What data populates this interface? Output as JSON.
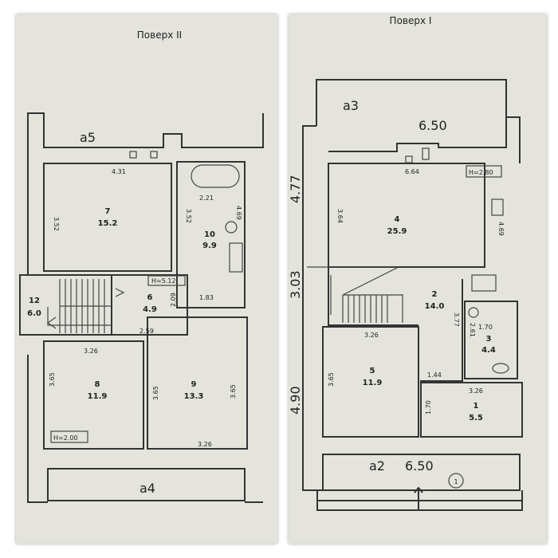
{
  "left_plan": {
    "title": "Поверх II",
    "balconies": [
      {
        "label": "a5"
      },
      {
        "label": "a4"
      }
    ],
    "rooms": [
      {
        "number": "7",
        "area": "15.2",
        "width": "4.31",
        "depth": "3.52"
      },
      {
        "number": "10",
        "area": "9.9",
        "width": "2.21",
        "depth": "3.52",
        "side": "4.69"
      },
      {
        "number": "6",
        "area": "4.9",
        "width": "2.59",
        "depth": "2.09",
        "extra": "1.83"
      },
      {
        "number": "12",
        "area": "6.0"
      },
      {
        "number": "8",
        "area": "11.9",
        "width": "3.26",
        "depth": "3.65"
      },
      {
        "number": "9",
        "area": "13.3",
        "width": "3.26",
        "depth": "3.65",
        "side": "3.65"
      }
    ],
    "heights": [
      "H=5.12",
      "H=2.00"
    ]
  },
  "right_plan": {
    "title": "Поверх I",
    "balconies": [
      {
        "label": "a3",
        "length": "6.50"
      },
      {
        "label": "a2",
        "length": "6.50"
      }
    ],
    "outer_dims": [
      "4.77",
      "3.03",
      "4.90"
    ],
    "rooms": [
      {
        "number": "4",
        "area": "25.9",
        "width": "6.64",
        "depth": "3.64",
        "side": "4.69"
      },
      {
        "number": "2",
        "area": "14.0",
        "depth": "3.77"
      },
      {
        "number": "3",
        "area": "4.4",
        "width": "1.70",
        "depth": "2.61"
      },
      {
        "number": "5",
        "area": "11.9",
        "width": "3.26",
        "depth": "3.65"
      },
      {
        "number": "1",
        "area": "5.5",
        "width": "3.26",
        "depth": "1.70",
        "extra": "1.44"
      }
    ],
    "heights": [
      "H=2.80"
    ],
    "entrance_marker": "1"
  }
}
